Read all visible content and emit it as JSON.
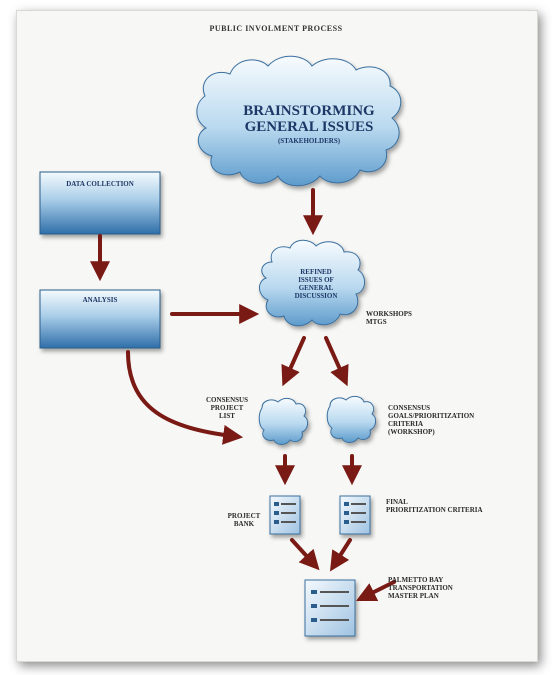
{
  "title": "PUBLIC INVOLMENT PROCESS",
  "brainstorm": {
    "line1": "BRAINSTORMING",
    "line2": "GENERAL ISSUES",
    "line3": "(STAKEHOLDERS)"
  },
  "refined": {
    "line1": "REFINED",
    "line2": "ISSUES OF",
    "line3": "GENERAL",
    "line4": "DISCUSSION"
  },
  "data_collection": "DATA COLLECTION",
  "analysis": "ANALYSIS",
  "workshops": {
    "line1": "WORKSHOPS",
    "line2": "MTGS"
  },
  "consensus_project": {
    "line1": "CONSENSUS",
    "line2": "PROJECT",
    "line3": "LIST"
  },
  "consensus_goals": {
    "line1": "CONSENSUS",
    "line2": "GOALS/PRIORITIZATION",
    "line3": "CRITERIA",
    "line4": "(WORKSHOP)"
  },
  "project_bank": {
    "line1": "PROJECT",
    "line2": "BANK"
  },
  "final_criteria": {
    "line1": "FINAL",
    "line2": "PRIORITIZATION CRITERIA"
  },
  "master_plan": {
    "line1": "PALMETTO BAY",
    "line2": "TRANSPORTATION",
    "line3": "MASTER PLAN"
  },
  "colors": {
    "arrow": "#7a1a14",
    "box_top": "#eef6fb",
    "box_bottom": "#3d7fb8",
    "cloud_light": "#f0f8fd",
    "cloud_dark": "#6aa8d6"
  }
}
